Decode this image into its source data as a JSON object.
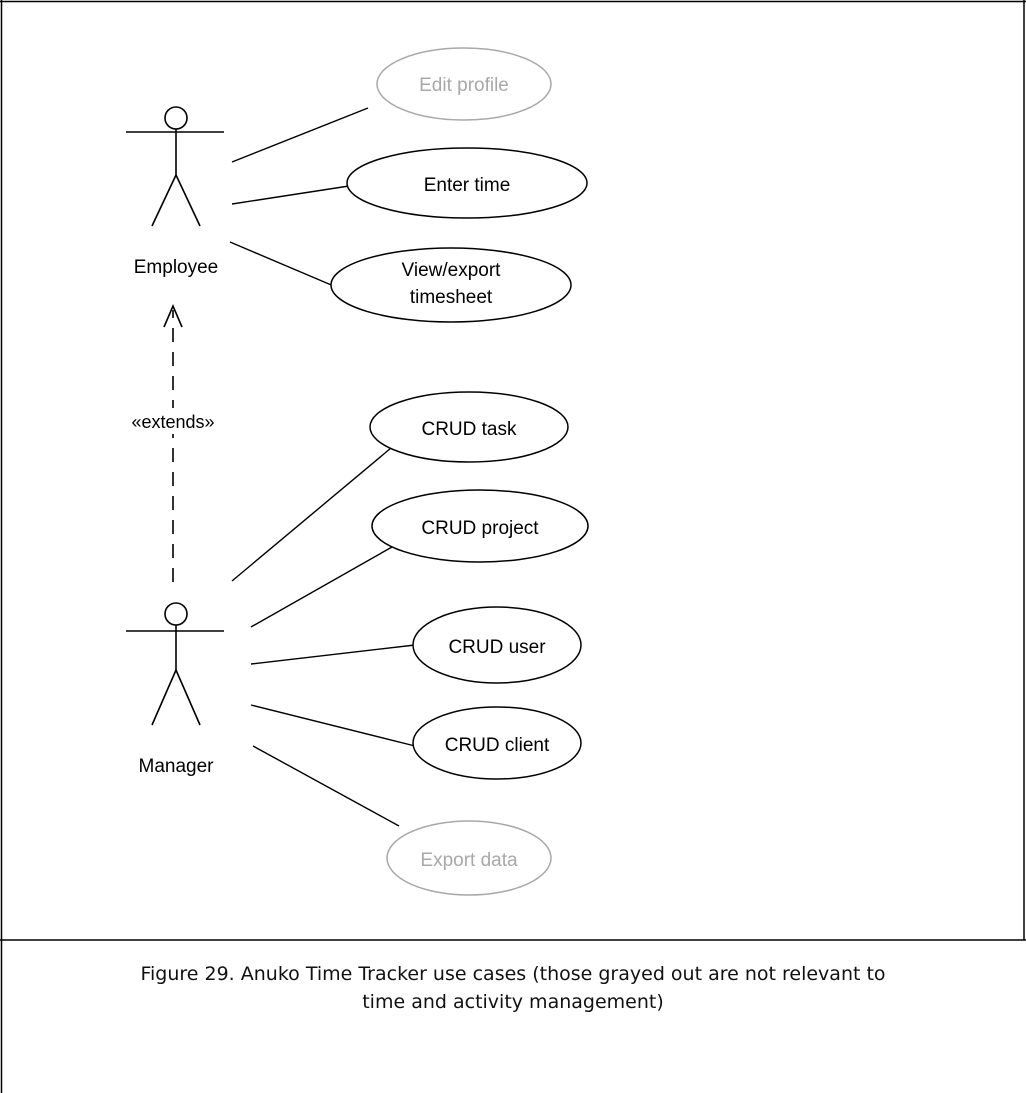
{
  "actors": {
    "employee": {
      "label": "Employee"
    },
    "manager": {
      "label": "Manager"
    }
  },
  "use_cases": {
    "edit_profile": {
      "label": "Edit profile",
      "relevant": false
    },
    "enter_time": {
      "label": "Enter time",
      "relevant": true
    },
    "view_export_timesheet": {
      "line1": "View/export",
      "line2": "timesheet",
      "relevant": true
    },
    "crud_task": {
      "label": "CRUD task",
      "relevant": true
    },
    "crud_project": {
      "label": "CRUD project",
      "relevant": true
    },
    "crud_user": {
      "label": "CRUD user",
      "relevant": true
    },
    "crud_client": {
      "label": "CRUD client",
      "relevant": true
    },
    "export_data": {
      "label": "Export data",
      "relevant": false
    }
  },
  "relationship": {
    "label": "«extends»"
  },
  "caption": {
    "line1": "Figure 29. Anuko Time Tracker use cases (those grayed out are not relevant to",
    "line2": "time and activity management)"
  },
  "colors": {
    "active": "#000000",
    "grayed": "#a8a8a8",
    "border": "#000000"
  }
}
